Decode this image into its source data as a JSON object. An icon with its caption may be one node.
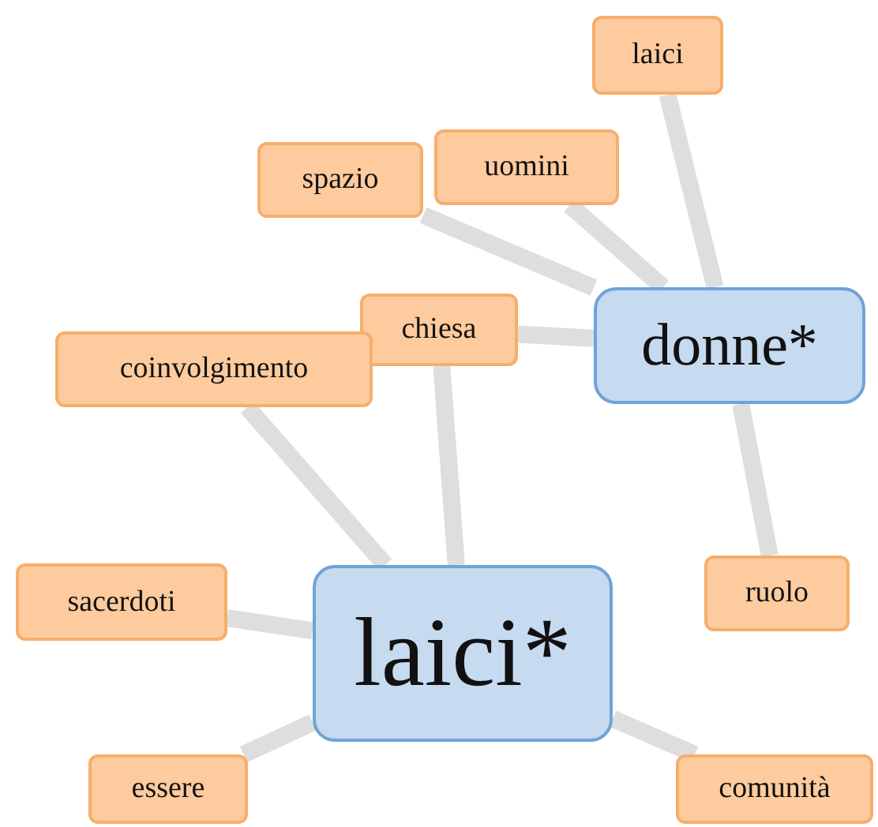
{
  "diagram": {
    "nodes": [
      {
        "text": [
          "laici"
        ]
      },
      {
        "text": [
          "uomini"
        ]
      },
      {
        "text": [
          "spazio"
        ]
      },
      {
        "text": [
          "donne*"
        ]
      },
      {
        "text": [
          "chiesa"
        ]
      },
      {
        "text": [
          "coinvolgimento"
        ]
      },
      {
        "text": [
          "ruolo"
        ]
      },
      {
        "text": [
          "sacerdoti"
        ]
      },
      {
        "text": [
          "laici*"
        ]
      },
      {
        "text": [
          "essere"
        ]
      },
      {
        "text": [
          "comunità"
        ]
      }
    ],
    "edges": [
      {
        "from": 3,
        "to": 0,
        "arrow": "none"
      },
      {
        "from": 3,
        "to": 1,
        "arrow": "none"
      },
      {
        "from": 3,
        "to": 2,
        "arrow": "none"
      },
      {
        "from": 3,
        "to": 4,
        "arrow": "none"
      },
      {
        "from": 3,
        "to": 6,
        "arrow": "none"
      },
      {
        "from": 8,
        "to": 4,
        "arrow": "none"
      },
      {
        "from": 8,
        "to": 5,
        "arrow": "none"
      },
      {
        "from": 8,
        "to": 7,
        "arrow": "none"
      },
      {
        "from": 8,
        "to": 9,
        "arrow": "none"
      },
      {
        "from": 8,
        "to": 10,
        "arrow": "none"
      }
    ]
  }
}
